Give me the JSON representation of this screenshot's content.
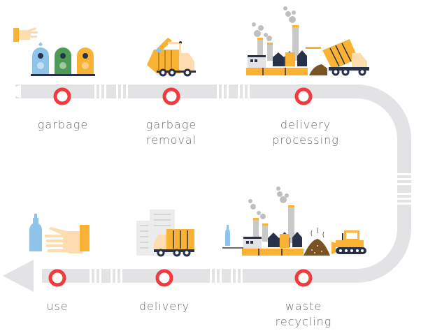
{
  "colors": {
    "track": "#e3e2e5",
    "marker": "#f03a3f",
    "orange": "#f9b233",
    "navy": "#27324a",
    "blue": "#8ec3ea",
    "green": "#4e9a57",
    "skin": "#fddcb0",
    "smoke": "#b9b9b9",
    "soil": "#7a5325",
    "label": "#6b6b6b"
  },
  "steps": [
    {
      "id": "garbage",
      "label_lines": [
        "garbage"
      ],
      "icon": "recycling-bins-icon"
    },
    {
      "id": "garbage-removal",
      "label_lines": [
        "garbage",
        "removal"
      ],
      "icon": "garbage-truck-icon"
    },
    {
      "id": "delivery-processing",
      "label_lines": [
        "delivery",
        "processing"
      ],
      "icon": "factory-dump-truck-icon"
    },
    {
      "id": "waste-recycling",
      "label_lines": [
        "waste",
        "recycling"
      ],
      "icon": "recycling-plant-bulldozer-icon"
    },
    {
      "id": "delivery",
      "label_lines": [
        "delivery"
      ],
      "icon": "delivery-truck-city-icon"
    },
    {
      "id": "use",
      "label_lines": [
        "use"
      ],
      "icon": "hand-bottle-icon"
    }
  ]
}
